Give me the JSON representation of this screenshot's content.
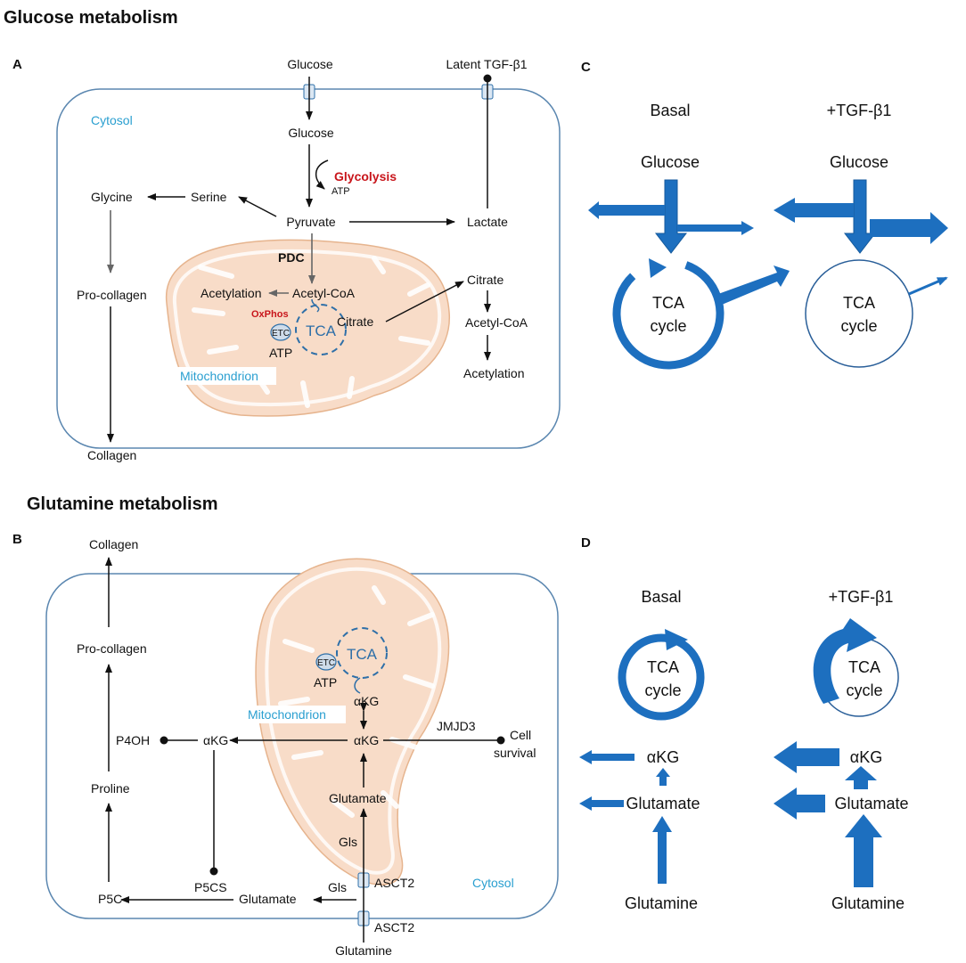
{
  "sections": {
    "glucose_title": "Glucose metabolism",
    "glutamine_title": "Glutamine metabolism"
  },
  "panels": {
    "a": "A",
    "b": "B",
    "c": "C",
    "d": "D"
  },
  "panel_a": {
    "glucose_out": "Glucose",
    "latent_tgf": "Latent TGF-β1",
    "cytosol": "Cytosol",
    "glucose_in": "Glucose",
    "glycolysis": "Glycolysis",
    "atp_glycolysis": "ATP",
    "glycine": "Glycine",
    "serine": "Serine",
    "pyruvate": "Pyruvate",
    "lactate": "Lactate",
    "pdc": "PDC",
    "acetylation_mito": "Acetylation",
    "acetyl_coa_mito": "Acetyl-CoA",
    "oxphos": "OxPhos",
    "etc": "ETC",
    "tca": "TCA",
    "citrate_mito": "Citrate",
    "atp_mito": "ATP",
    "mitochondrion": "Mitochondrion",
    "pro_collagen": "Pro-collagen",
    "collagen": "Collagen",
    "citrate_cyto": "Citrate",
    "acetyl_coa_cyto": "Acetyl-CoA",
    "acetylation_cyto": "Acetylation"
  },
  "panel_b": {
    "collagen": "Collagen",
    "pro_collagen": "Pro-collagen",
    "etc": "ETC",
    "tca": "TCA",
    "atp": "ATP",
    "akg_mito": "αKG",
    "mitochondrion": "Mitochondrion",
    "p4oh": "P4OH",
    "akg_cyto": "αKG",
    "akg_lower": "αKG",
    "jmjd3": "JMJD3",
    "cell": "Cell",
    "survival": "survival",
    "proline": "Proline",
    "glutamate_mito": "Glutamate",
    "gls_mito": "Gls",
    "asct2_upper": "ASCT2",
    "cytosol": "Cytosol",
    "p5c": "P5C",
    "p5cs": "P5CS",
    "glutamate_cyto": "Glutamate",
    "gls_cyto": "Gls",
    "asct2_lower": "ASCT2",
    "glutamine": "Glutamine"
  },
  "panel_c": {
    "basal": "Basal",
    "tgf": "+TGF-β1",
    "glucose_basal": "Glucose",
    "glucose_tgf": "Glucose",
    "tca_basal": "TCA",
    "cycle_basal": "cycle",
    "tca_tgf": "TCA",
    "cycle_tgf": "cycle"
  },
  "panel_d": {
    "basal": "Basal",
    "tgf": "+TGF-β1",
    "tca_basal": "TCA",
    "cycle_basal": "cycle",
    "tca_tgf": "TCA",
    "cycle_tgf": "cycle",
    "akg_basal": "αKG",
    "akg_tgf": "αKG",
    "glutamate_basal": "Glutamate",
    "glutamate_tgf": "Glutamate",
    "glutamine_basal": "Glutamine",
    "glutamine_tgf": "Glutamine"
  },
  "colors": {
    "cell_border": "#5b87b0",
    "mito_fill": "#f8dcc8",
    "mito_border": "#e6b48e",
    "flux_blue": "#1d6fbf",
    "label_blue": "#2a9fd0",
    "label_red": "#c8151b"
  }
}
